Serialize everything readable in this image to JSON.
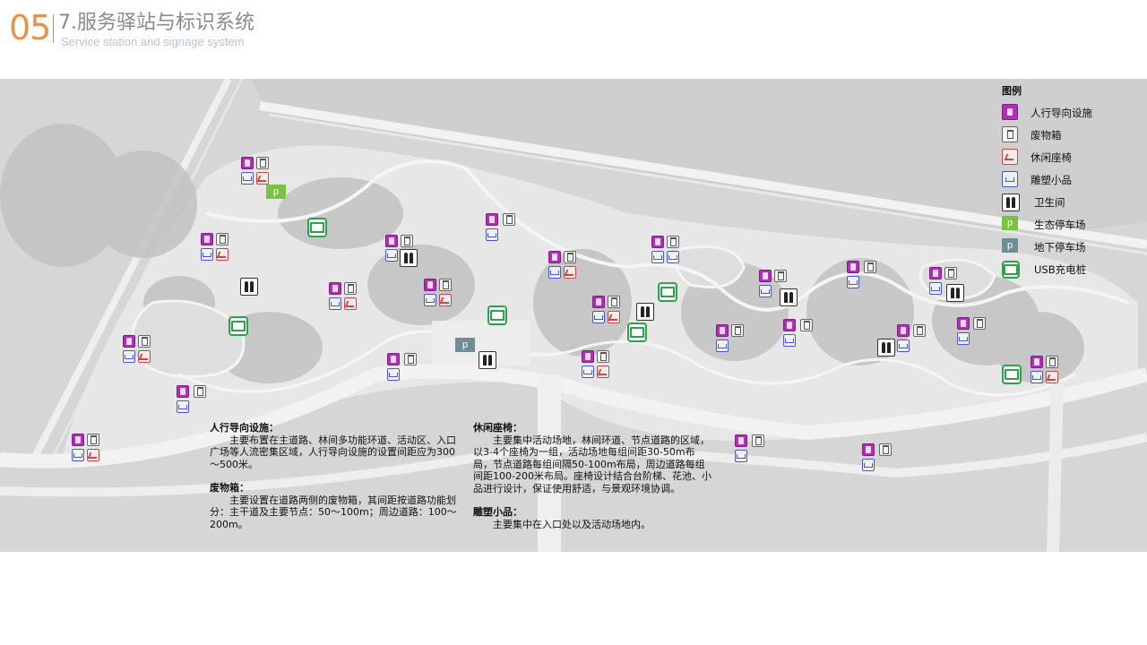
{
  "header": {
    "number": "05",
    "title": "7.服务驿站与标识系统",
    "subtitle": "Service station and signage system"
  },
  "legend": {
    "title": "图例",
    "items": [
      {
        "type": "guide",
        "label": "人行导向设施"
      },
      {
        "type": "bin",
        "label": "废物箱"
      },
      {
        "type": "bench",
        "label": "休闲座椅"
      },
      {
        "type": "sculp",
        "label": "雕塑小品"
      },
      {
        "type": "wc",
        "label": "卫生间"
      },
      {
        "type": "p-eco",
        "label": "生态停车场",
        "glyph": "p"
      },
      {
        "type": "p-under",
        "label": "地下停车场",
        "glyph": "p"
      },
      {
        "type": "usb",
        "label": "USB充电桩"
      }
    ]
  },
  "colors": {
    "accent": "#e3954a",
    "guide": "#b02fb8",
    "bench": "#c94848",
    "sculpture": "#4a57c8",
    "eco_parking": "#7ac241",
    "underground_parking": "#6f8c97",
    "usb": "#2aa34a"
  },
  "parking_glyph": "p",
  "text_left": {
    "guide_heading": "人行导向设施：",
    "guide_body": "主要布置在主道路、林间多功能环道、活动区、入口广场等人流密集区域，人行导向设施的设置间距应为300～500米。",
    "bin_heading": "废物箱：",
    "bin_body": "主要设置在道路两侧的废物箱，其间距按道路功能划分：主干道及主要节点：50～100m；周边道路：100～200m。"
  },
  "text_right": {
    "bench_heading": "休闲座椅：",
    "bench_body": "主要集中活动场地，林间环道、节点道路的区域，以3-4个座椅为一组，活动场地每组间距30-50m布局，节点道路每组间隔50-100m布局，周边道路每组间距100-200米布局。座椅设计结合台阶梯、花池、小品进行设计，保证使用舒适，与景观环境协调。",
    "sculp_heading": "雕塑小品：",
    "sculp_body": "主要集中在入口处以及活动场地内。"
  }
}
